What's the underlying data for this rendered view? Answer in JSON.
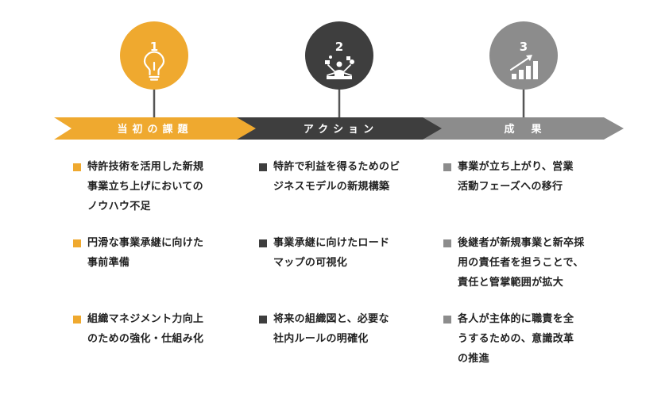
{
  "colors": {
    "phase1": "#EFA92F",
    "phase2": "#3E3E3E",
    "phase3": "#8C8C8C",
    "connector": "#555555",
    "text": "#222222"
  },
  "phases": [
    {
      "number": "1",
      "icon": "lightbulb-icon",
      "label": "当初の課題",
      "items": [
        [
          "特許技術を活用した新規",
          "事業立ち上げにおいての",
          "ノウハウ不足"
        ],
        [
          "円滑な事業承継に向けた",
          "事前準備"
        ],
        [
          "組織マネジメント力向上",
          "のための強化・仕組み化"
        ]
      ]
    },
    {
      "number": "2",
      "icon": "multitasking-person-icon",
      "label": "アクション",
      "items": [
        [
          "特許で利益を得るためのビ",
          "ジネスモデルの新規構築"
        ],
        [
          "事業承継に向けたロード",
          "マップの可視化"
        ],
        [
          "将来の組織図と、必要な",
          "社内ルールの明確化"
        ]
      ]
    },
    {
      "number": "3",
      "icon": "growth-chart-icon",
      "label": "成　果",
      "items": [
        [
          "事業が立ち上がり、営業",
          "活動フェーズへの移行"
        ],
        [
          "後継者が新規事業と新卒採",
          "用の責任者を担うことで、",
          "責任と管掌範囲が拡大"
        ],
        [
          "各人が主体的に職責を全",
          "うするための、意識改革",
          "の推進"
        ]
      ]
    }
  ]
}
